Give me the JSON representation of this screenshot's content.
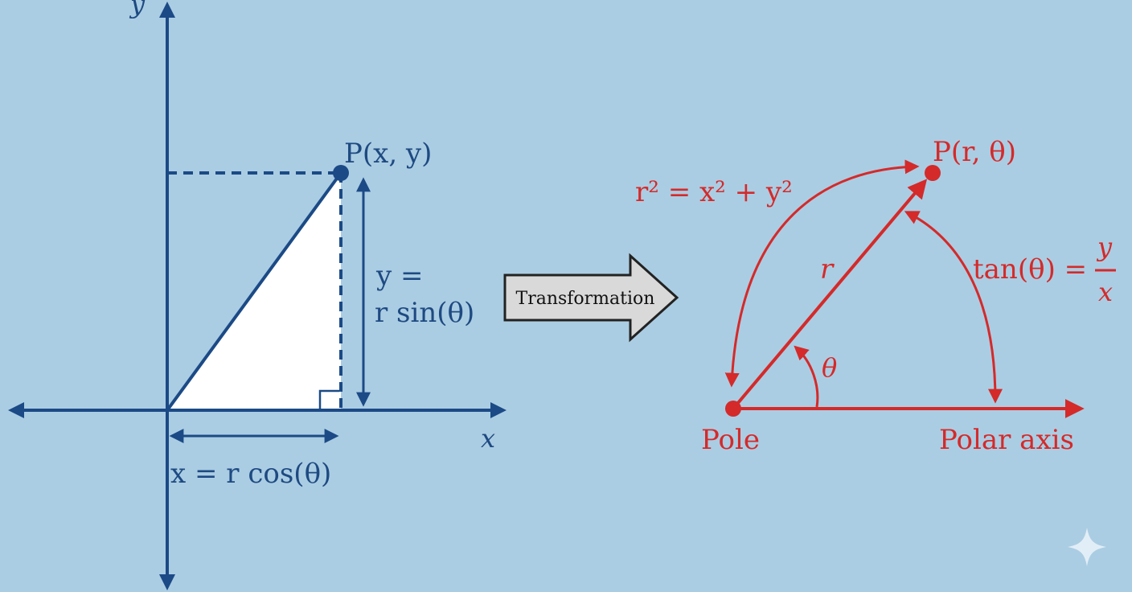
{
  "colors": {
    "background": "#abcde3",
    "cartesian": "#1b4a86",
    "polar": "#d42a2a",
    "triangle_fill": "#ffffff",
    "arrow_fill": "#d9d9d9",
    "arrow_stroke": "#222222"
  },
  "cartesian": {
    "y_axis_label": "y",
    "x_axis_label": "x",
    "point_label": "P(x, y)",
    "vertical_eq_line1": "y =",
    "vertical_eq_line2": "r sin(θ)",
    "horizontal_eq": "x = r cos(θ)"
  },
  "transformation": {
    "label": "Transformation"
  },
  "polar": {
    "point_label": "P(r, θ)",
    "radius_eq": "r² = x² + y²",
    "radius_label": "r",
    "angle_label": "θ",
    "tan_eq_left": "tan(θ) =",
    "tan_numerator": "y",
    "tan_denominator": "x",
    "pole_label": "Pole",
    "polar_axis_label": "Polar axis"
  },
  "icons": {
    "watermark": "sparkle-icon"
  }
}
